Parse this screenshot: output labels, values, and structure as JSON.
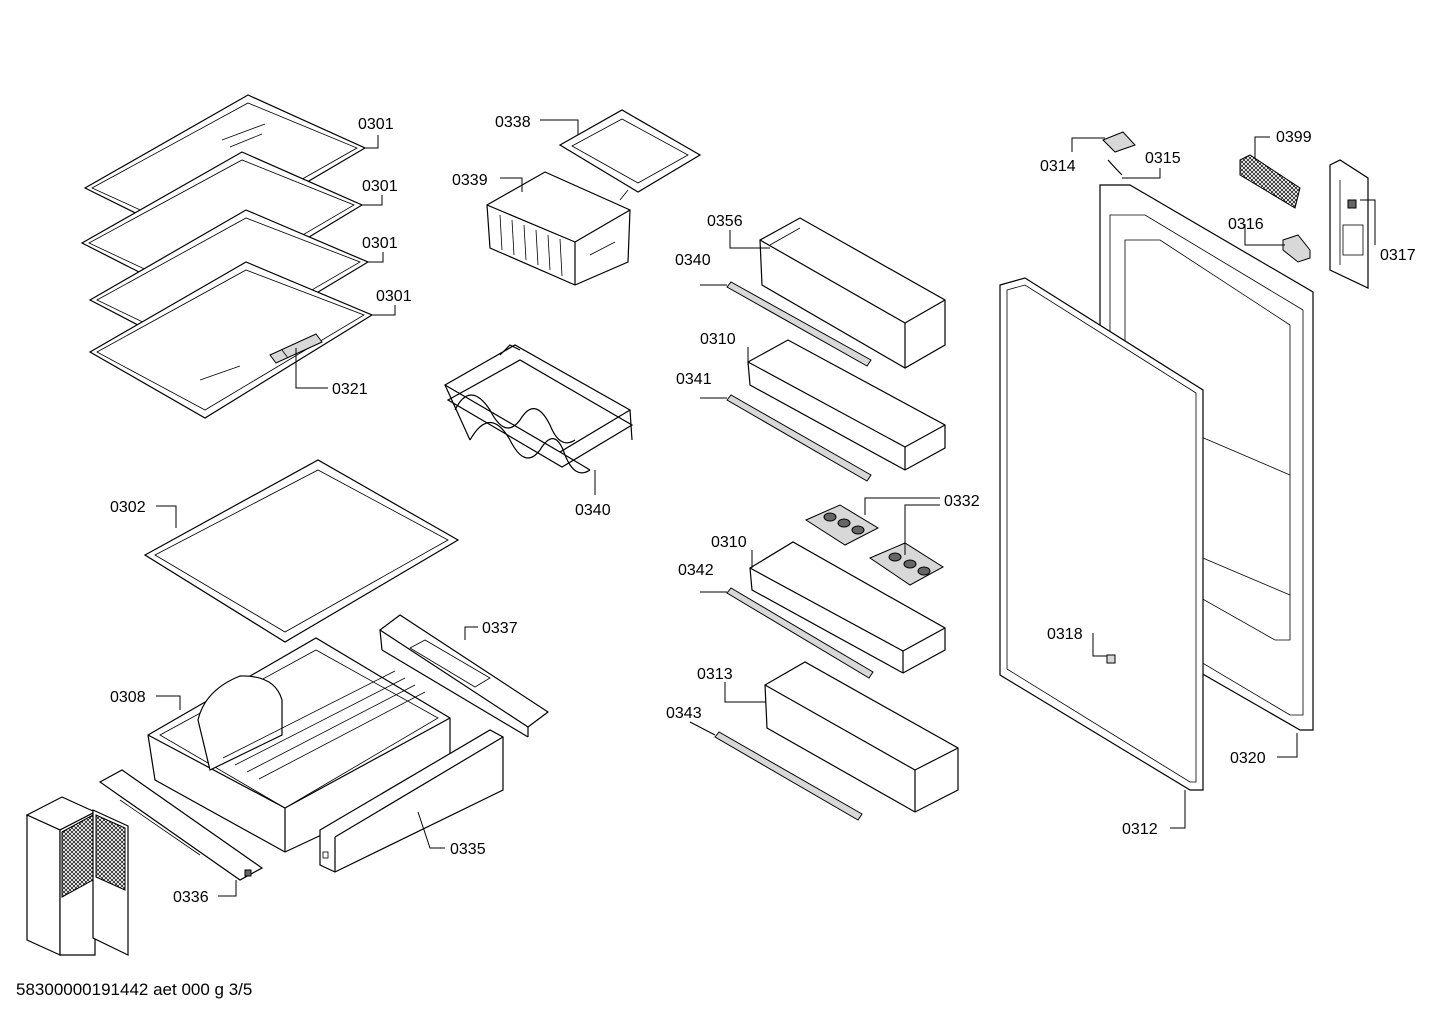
{
  "labels": {
    "l0301a": "0301",
    "l0301b": "0301",
    "l0301c": "0301",
    "l0301d": "0301",
    "l0321": "0321",
    "l0338": "0338",
    "l0339": "0339",
    "l0340a": "0340",
    "l0356": "0356",
    "l0340b": "0340",
    "l0310a": "0310",
    "l0341": "0341",
    "l0332": "0332",
    "l0310b": "0310",
    "l0342": "0342",
    "l0313": "0313",
    "l0343": "0343",
    "l0302": "0302",
    "l0337": "0337",
    "l0308": "0308",
    "l0335": "0335",
    "l0336": "0336",
    "l0314": "0314",
    "l0315": "0315",
    "l0399": "0399",
    "l0316": "0316",
    "l0317": "0317",
    "l0318": "0318",
    "l0320": "0320",
    "l0312": "0312"
  },
  "footer_code": "58300000191442 aet 000 g 3/5"
}
